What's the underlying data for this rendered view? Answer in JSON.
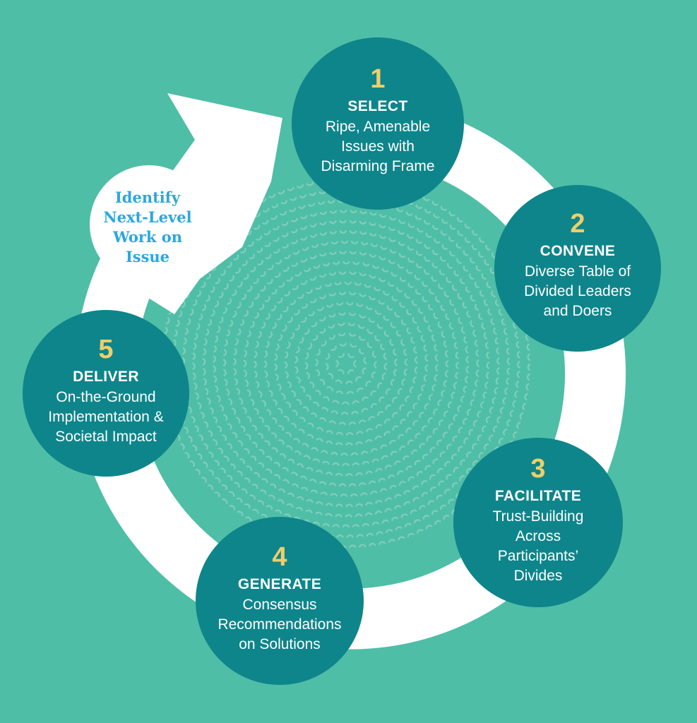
{
  "colors": {
    "background": "#4FBEA6",
    "step_circle": "#0E858B",
    "ring": "#FFFFFF",
    "arrow": "#FFFFFF",
    "bubble": "#FFFFFF",
    "number": "#F0CE6A",
    "step_text": "#FFFFFF",
    "bubble_text": "#29A8E0",
    "pattern": "#7FCDBA"
  },
  "steps": [
    {
      "number": "1",
      "title": "SELECT",
      "lines": [
        "Ripe, Amenable",
        "Issues with",
        "Disarming Frame"
      ]
    },
    {
      "number": "2",
      "title": "CONVENE",
      "lines": [
        "Diverse Table of",
        "Divided Leaders",
        "and Doers"
      ]
    },
    {
      "number": "3",
      "title": "FACILITATE",
      "lines": [
        "Trust-Building",
        "Across",
        "Participants’",
        "Divides"
      ]
    },
    {
      "number": "4",
      "title": "GENERATE",
      "lines": [
        "Consensus",
        "Recommendations",
        "on Solutions"
      ]
    },
    {
      "number": "5",
      "title": "DELIVER",
      "lines": [
        "On-the-Ground",
        "Implementation &",
        "Societal Impact"
      ]
    }
  ],
  "loop_label": {
    "lines": [
      "Identify",
      "Next-Level",
      "Work on",
      "Issue"
    ]
  }
}
